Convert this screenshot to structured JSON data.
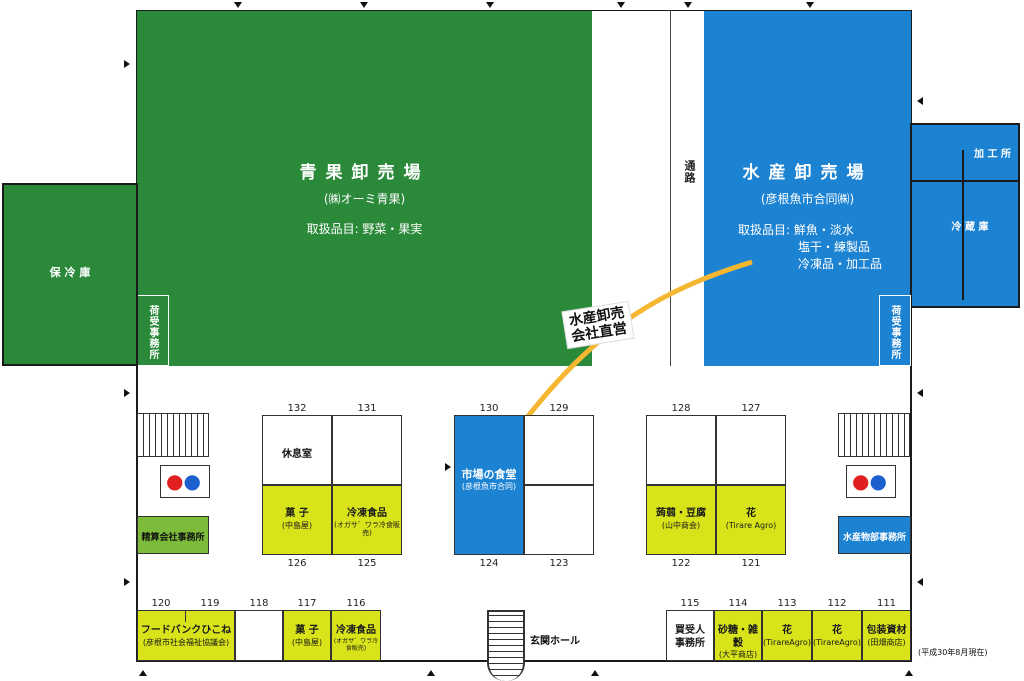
{
  "seika": {
    "title": "青果卸売場",
    "company": "(㈱オーミ青果)",
    "items": "取扱品目: 野菜・果実"
  },
  "suisan": {
    "title": "水産卸売場",
    "company": "(彦根魚市合同㈱)",
    "items_line1": "取扱品目: 鮮魚・淡水",
    "items_line2": "塩干・練製品",
    "items_line3": "冷凍品・加工品"
  },
  "rooms": {
    "hoyreiko": "保 冷 庫",
    "nibu_left": "荷受事務所",
    "nibu_right": "荷受事務所",
    "tsuro": "通路",
    "kakojo": "加 工 所",
    "reizoko": "冷 蔵 庫",
    "kyukeishitsu": "休息室",
    "seisan": "精算会社事務所",
    "suisanbukai": "水産物部事務所",
    "genkan": "玄関ホール",
    "kaiukenin": "買受人",
    "kaiukenin2": "事務所"
  },
  "callout": {
    "line1": "水産卸売",
    "line2": "会社直営"
  },
  "shokudo": {
    "name": "市場の食堂",
    "sub": "(彦根魚市合同)"
  },
  "shops": {
    "s126_name": "菓 子",
    "s126_sub": "(中島屋)",
    "s125_name": "冷凍食品",
    "s125_sub": "(オガサ゛ワラ冷食販売)",
    "s122_name": "蒟蒻・豆腐",
    "s122_sub": "(山中商会)",
    "s121_name": "花",
    "s121_sub": "(Tirare Agro)",
    "s120_name": "フードバンクひこね",
    "s120_sub": "(彦根市社会福祉協議会)",
    "s117_name": "菓 子",
    "s117_sub": "(中島屋)",
    "s116_name": "冷凍食品",
    "s116_sub": "(オガサ゛ワラ冷食販売)",
    "s114_name": "砂糖・雑穀",
    "s114_sub": "(大平商店)",
    "s113_name": "花",
    "s113_sub": "(TirareAgro)",
    "s112_name": "花",
    "s112_sub": "(TirareAgro)",
    "s111_name": "包装資材",
    "s111_sub": "(田畑商店)"
  },
  "numbers": {
    "n132": "132",
    "n131": "131",
    "n130": "130",
    "n129": "129",
    "n128": "128",
    "n127": "127",
    "n126": "126",
    "n125": "125",
    "n124": "124",
    "n123": "123",
    "n122": "122",
    "n121": "121",
    "n120": "120",
    "n119": "119",
    "n118": "118",
    "n117": "117",
    "n116": "116",
    "n115": "115",
    "n114": "114",
    "n113": "113",
    "n112": "112",
    "n111": "111"
  },
  "date_note": "(平成30年8月現在)",
  "colors": {
    "seika_green": "#2b8a3a",
    "suisan_blue": "#1c82d2",
    "shop_lime": "#d8e419",
    "seisan_green": "#7dbb3a",
    "callout_arrow": "#f5b731"
  }
}
